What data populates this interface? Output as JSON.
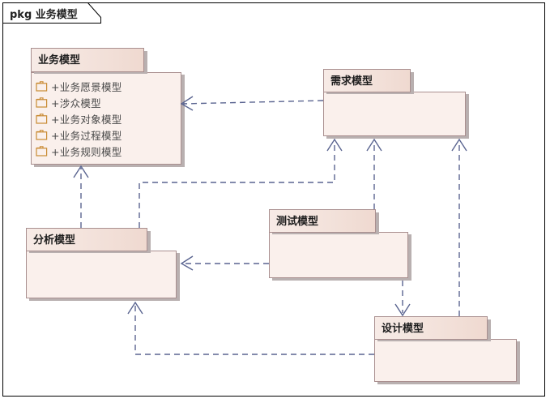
{
  "diagram": {
    "type": "uml-package-diagram",
    "frame": {
      "keyword": "pkg",
      "name": "业务模型",
      "tab_label": "pkg 业务模型"
    },
    "colors": {
      "package_header_fill": "#f3e2db",
      "package_body_fill": "#faf0ec",
      "package_border": "#a98f8f",
      "folder_icon": "#c98a33",
      "connector": "#5a6490",
      "frame_border": "#000000",
      "shadow": "#b9b0b0"
    },
    "packages": [
      {
        "id": "business-model",
        "title": "业务模型",
        "items": [
          {
            "visibility": "+",
            "name": "业务愿景模型",
            "label": "+业务愿景模型",
            "icon": "folder-icon"
          },
          {
            "visibility": "+",
            "name": "涉众模型",
            "label": "+涉众模型",
            "icon": "folder-icon"
          },
          {
            "visibility": "+",
            "name": "业务对象模型",
            "label": "+业务对象模型",
            "icon": "folder-icon"
          },
          {
            "visibility": "+",
            "name": "业务过程模型",
            "label": "+业务过程模型",
            "icon": "folder-icon"
          },
          {
            "visibility": "+",
            "name": "业务规则模型",
            "label": "+业务规则模型",
            "icon": "folder-icon"
          }
        ]
      },
      {
        "id": "requirement-model",
        "title": "需求模型",
        "items": []
      },
      {
        "id": "analysis-model",
        "title": "分析模型",
        "items": []
      },
      {
        "id": "test-model",
        "title": "测试模型",
        "items": []
      },
      {
        "id": "design-model",
        "title": "设计模型",
        "items": []
      }
    ],
    "dependencies": [
      {
        "id": "req-to-business",
        "from": "需求模型",
        "to": "业务模型",
        "style": "dashed",
        "arrow": "open"
      },
      {
        "id": "analysis-to-business",
        "from": "分析模型",
        "to": "业务模型",
        "style": "dashed",
        "arrow": "open"
      },
      {
        "id": "analysis-to-req",
        "from": "分析模型",
        "to": "需求模型",
        "style": "dashed",
        "arrow": "open"
      },
      {
        "id": "test-to-req",
        "from": "测试模型",
        "to": "需求模型",
        "style": "dashed",
        "arrow": "open"
      },
      {
        "id": "design-to-req",
        "from": "设计模型",
        "to": "需求模型",
        "style": "dashed",
        "arrow": "open"
      },
      {
        "id": "test-to-analysis",
        "from": "测试模型",
        "to": "分析模型",
        "style": "dashed",
        "arrow": "open"
      },
      {
        "id": "test-to-design",
        "from": "测试模型",
        "to": "设计模型",
        "style": "dashed",
        "arrow": "open"
      },
      {
        "id": "design-to-analysis",
        "from": "设计模型",
        "to": "分析模型",
        "style": "dashed",
        "arrow": "open"
      }
    ]
  }
}
